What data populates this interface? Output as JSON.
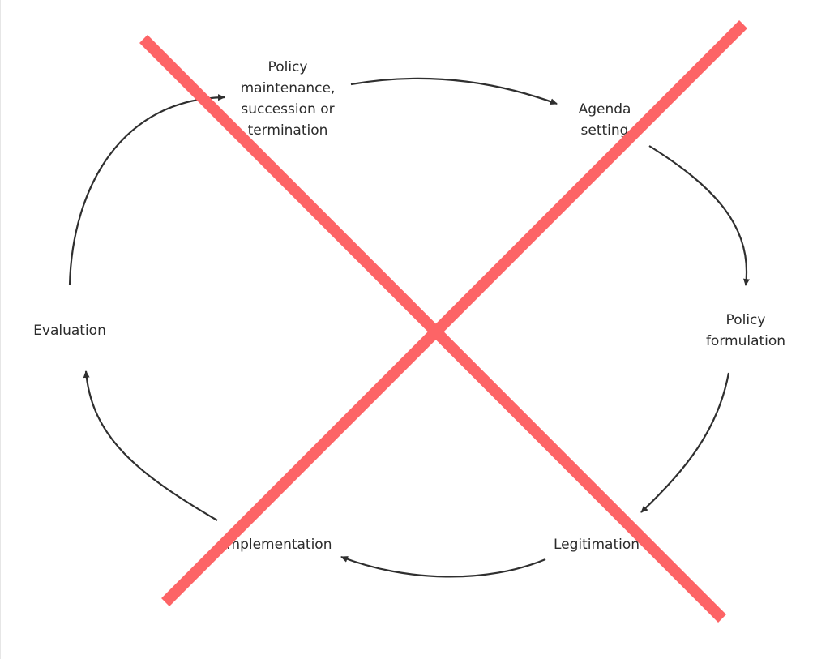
{
  "diagram": {
    "stages": {
      "maintenance": [
        "Policy",
        "maintenance,",
        "succession or",
        "termination"
      ],
      "agenda": [
        "Agenda",
        "setting"
      ],
      "formulation": [
        "Policy",
        "formulation"
      ],
      "legitimation": [
        "Legitimation"
      ],
      "implementation": [
        "Implementation"
      ],
      "evaluation": [
        "Evaluation"
      ]
    },
    "cross_out_color": "#fd6466"
  }
}
